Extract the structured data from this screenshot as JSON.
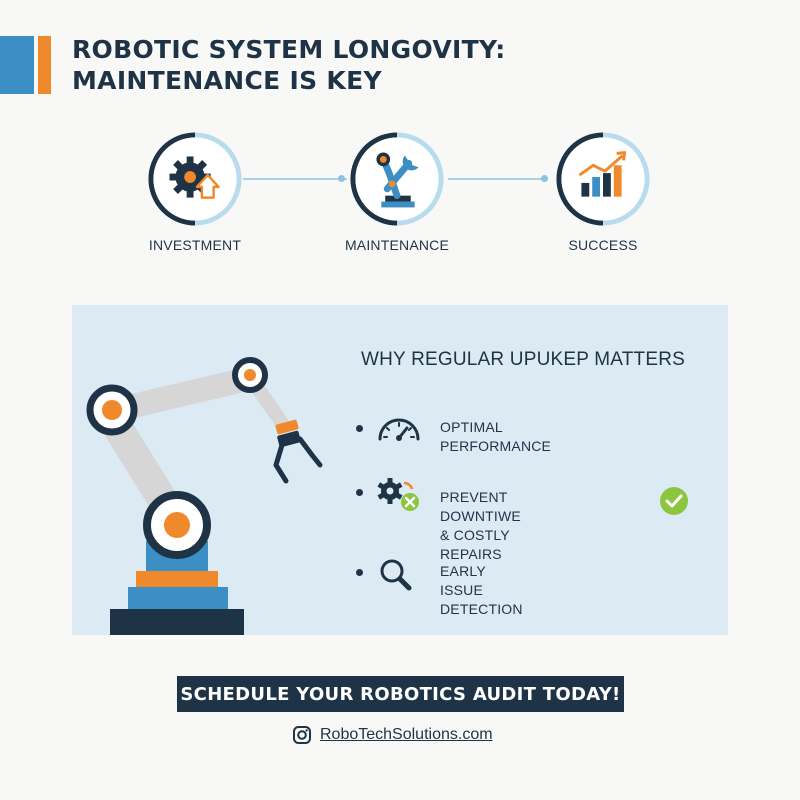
{
  "header": {
    "title_line1": "ROBOTIC SYSTEM LONGOVITY:",
    "title_line2": "MAINTENANCE IS KEY"
  },
  "steps": [
    {
      "label": "INVESTMENT",
      "icon": "gear-arrow-icon"
    },
    {
      "label": "MAINTENANCE",
      "icon": "robot-arm-wrench-icon"
    },
    {
      "label": "SUCCESS",
      "icon": "growth-chart-icon"
    }
  ],
  "panel": {
    "heading": "WHY REGULAR UPUKEP MATTERS",
    "benefits": [
      {
        "text_line1": "OPTIMAL PERFORMANCE",
        "text_line2": "",
        "icon": "gauge-icon"
      },
      {
        "text_line1": "PREVENT DOWNTIWE & COSTLY",
        "text_line2": "REPAIRS",
        "icon": "gear-cancel-icon"
      },
      {
        "text_line1": "EARLY ISSUE DETECTION",
        "text_line2": "",
        "icon": "magnifier-icon"
      }
    ]
  },
  "cta": {
    "label": "SCHEDULE YOUR ROBOTICS AUDIT TODAY!"
  },
  "footer": {
    "website": "RoboTechSolutions.com",
    "icon": "instagram-icon"
  },
  "colors": {
    "navy": "#1f3347",
    "accent_blue": "#3b8fc4",
    "accent_orange": "#f0892c",
    "panel_bg": "#dbeaf3",
    "check_green": "#8cc63f"
  }
}
